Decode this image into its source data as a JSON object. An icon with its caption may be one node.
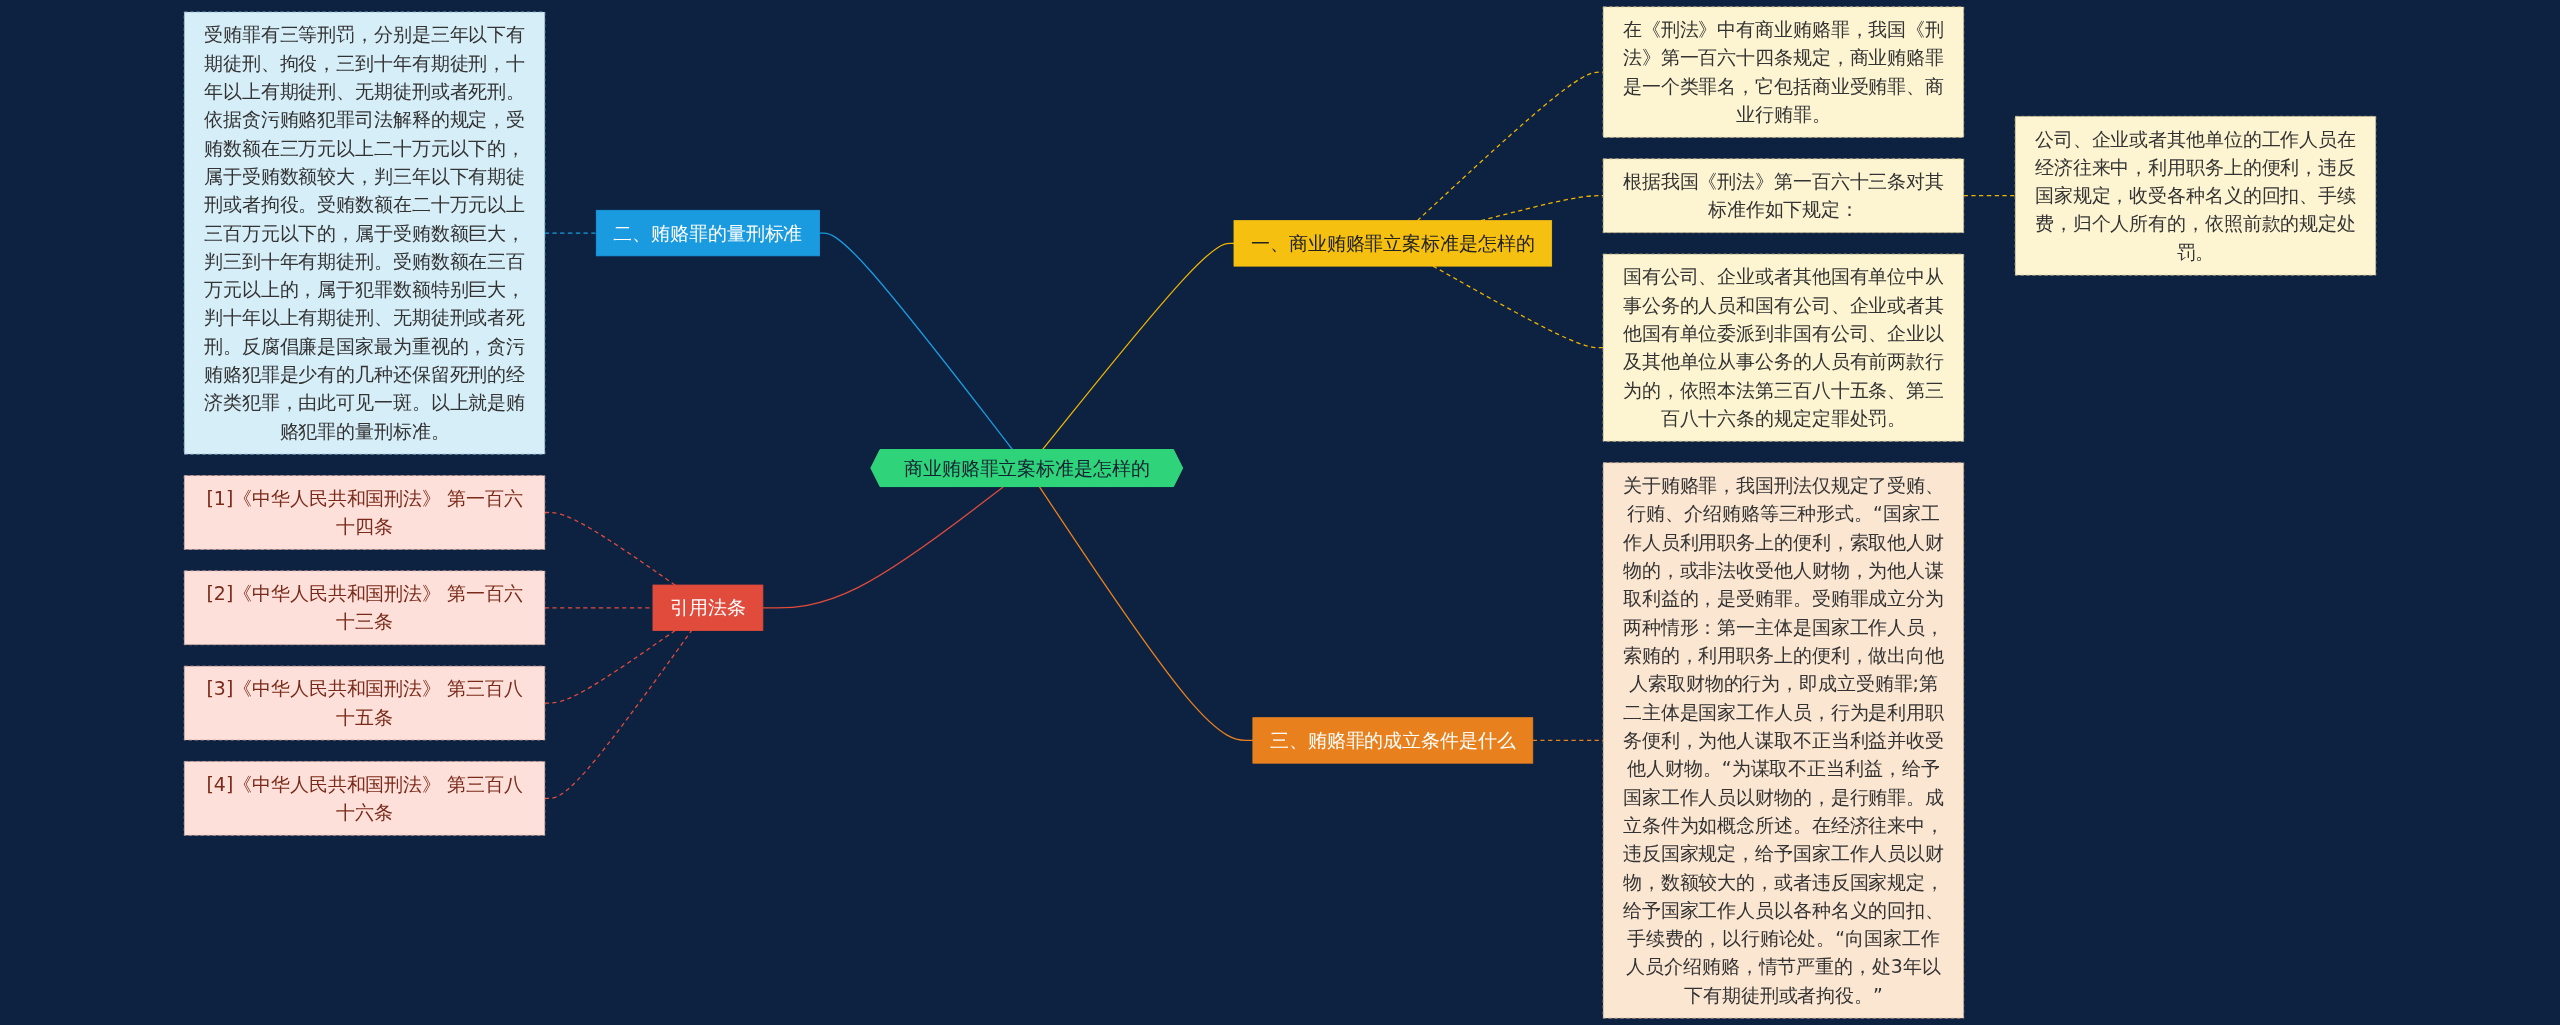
{
  "diagram": {
    "nodes": [
      {
        "text": [
          "商业贿赂罪立案标准是怎样的"
        ]
      },
      {
        "text": [
          "一、商业贿赂罪立案标准是怎样的"
        ]
      },
      {
        "text": [
          "在《刑法》中有商业贿赂罪，我国《刑法》第一百六十四条规定，商业贿赂罪是一个类罪名，它包括商业受贿罪、商业行贿罪。"
        ]
      },
      {
        "text": [
          "根据我国《刑法》第一百六十三条对其标准作如下规定："
        ]
      },
      {
        "text": [
          "公司、企业或者其他单位的工作人员在经济往来中，利用职务上的便利，违反国家规定，收受各种名义的回扣、手续费，归个人所有的，依照前款的规定处罚。"
        ]
      },
      {
        "text": [
          "国有公司、企业或者其他国有单位中从事公务的人员和国有公司、企业或者其他国有单位委派到非国有公司、企业以及其他单位从事公务的人员有前两款行为的，依照本法第三百八十五条、第三百八十六条的规定定罪处罚。"
        ]
      },
      {
        "text": [
          "三、贿赂罪的成立条件是什么"
        ]
      },
      {
        "text": [
          "关于贿赂罪，我国刑法仅规定了受贿、行贿、介绍贿赂等三种形式。“国家工作人员利用职务上的便利，索取他人财物的，或非法收受他人财物，为他人谋取利益的，是受贿罪。受贿罪成立分为两种情形：第一主体是国家工作人员，索贿的，利用职务上的便利，做出向他人索取财物的行为，即成立受贿罪;第二主体是国家工作人员，行为是利用职务便利，为他人谋取不正当利益并收受他人财物。“为谋取不正当利益，给予国家工作人员以财物的，是行贿罪。成立条件为如概念所述。在经济往来中，违反国家规定，给予国家工作人员以财物，数额较大的，或者违反国家规定，给予国家工作人员以各种名义的回扣、手续费的，以行贿论处。“向国家工作人员介绍贿赂，情节严重的，处3年以下有期徒刑或者拘役。”"
        ]
      },
      {
        "text": [
          "二、贿赂罪的量刑标准"
        ]
      },
      {
        "text": [
          "受贿罪有三等刑罚，分别是三年以下有期徒刑、拘役，三到十年有期徒刑，十年以上有期徒刑、无期徒刑或者死刑。依据贪污贿赂犯罪司法解释的规定，受贿数额在三万元以上二十万元以下的，属于受贿数额较大，判三年以下有期徒刑或者拘役。受贿数额在二十万元以上三百万元以下的，属于受贿数额巨大，判三到十年有期徒刑。受贿数额在三百万元以上的，属于犯罪数额特别巨大，判十年以上有期徒刑、无期徒刑或者死刑。反腐倡廉是国家最为重视的，贪污贿赂犯罪是少有的几种还保留死刑的经济类犯罪，由此可见一斑。以上就是贿赂犯罪的量刑标准。"
        ]
      },
      {
        "text": [
          "引用法条"
        ]
      },
      {
        "text": [
          "[1]《中华人民共和国刑法》 第一百六十四条"
        ]
      },
      {
        "text": [
          "[2]《中华人民共和国刑法》 第一百六十三条"
        ]
      },
      {
        "text": [
          "[3]《中华人民共和国刑法》 第三百八十五条"
        ]
      },
      {
        "text": [
          "[4]《中华人民共和国刑法》 第三百八十六条"
        ]
      }
    ],
    "edges": [
      {
        "from": 0,
        "to": 1,
        "arrow": "none",
        "color": "#f0b400"
      },
      {
        "from": 1,
        "to": 2,
        "arrow": "none",
        "style": "dashed",
        "color": "#f0b400"
      },
      {
        "from": 1,
        "to": 3,
        "arrow": "none",
        "style": "dashed",
        "color": "#f0b400"
      },
      {
        "from": 3,
        "to": 4,
        "arrow": "none",
        "style": "dashed",
        "color": "#f0b400"
      },
      {
        "from": 1,
        "to": 5,
        "arrow": "none",
        "style": "dashed",
        "color": "#f0b400"
      },
      {
        "from": 0,
        "to": 6,
        "arrow": "none",
        "color": "#e8801e"
      },
      {
        "from": 6,
        "to": 7,
        "arrow": "none",
        "style": "dashed",
        "color": "#e8801e"
      },
      {
        "from": 8,
        "to": 0,
        "arrow": "none",
        "color": "#1a9be0"
      },
      {
        "from": 9,
        "to": 8,
        "arrow": "none",
        "style": "dashed",
        "color": "#1a9be0"
      },
      {
        "from": 10,
        "to": 0,
        "arrow": "none",
        "color": "#e04b3c"
      },
      {
        "from": 11,
        "to": 10,
        "arrow": "none",
        "style": "dashed",
        "color": "#e04b3c"
      },
      {
        "from": 12,
        "to": 10,
        "arrow": "none",
        "style": "dashed",
        "color": "#e04b3c"
      },
      {
        "from": 13,
        "to": 10,
        "arrow": "none",
        "style": "dashed",
        "color": "#e04b3c"
      },
      {
        "from": 14,
        "to": 10,
        "arrow": "none",
        "style": "dashed",
        "color": "#e04b3c"
      }
    ]
  }
}
